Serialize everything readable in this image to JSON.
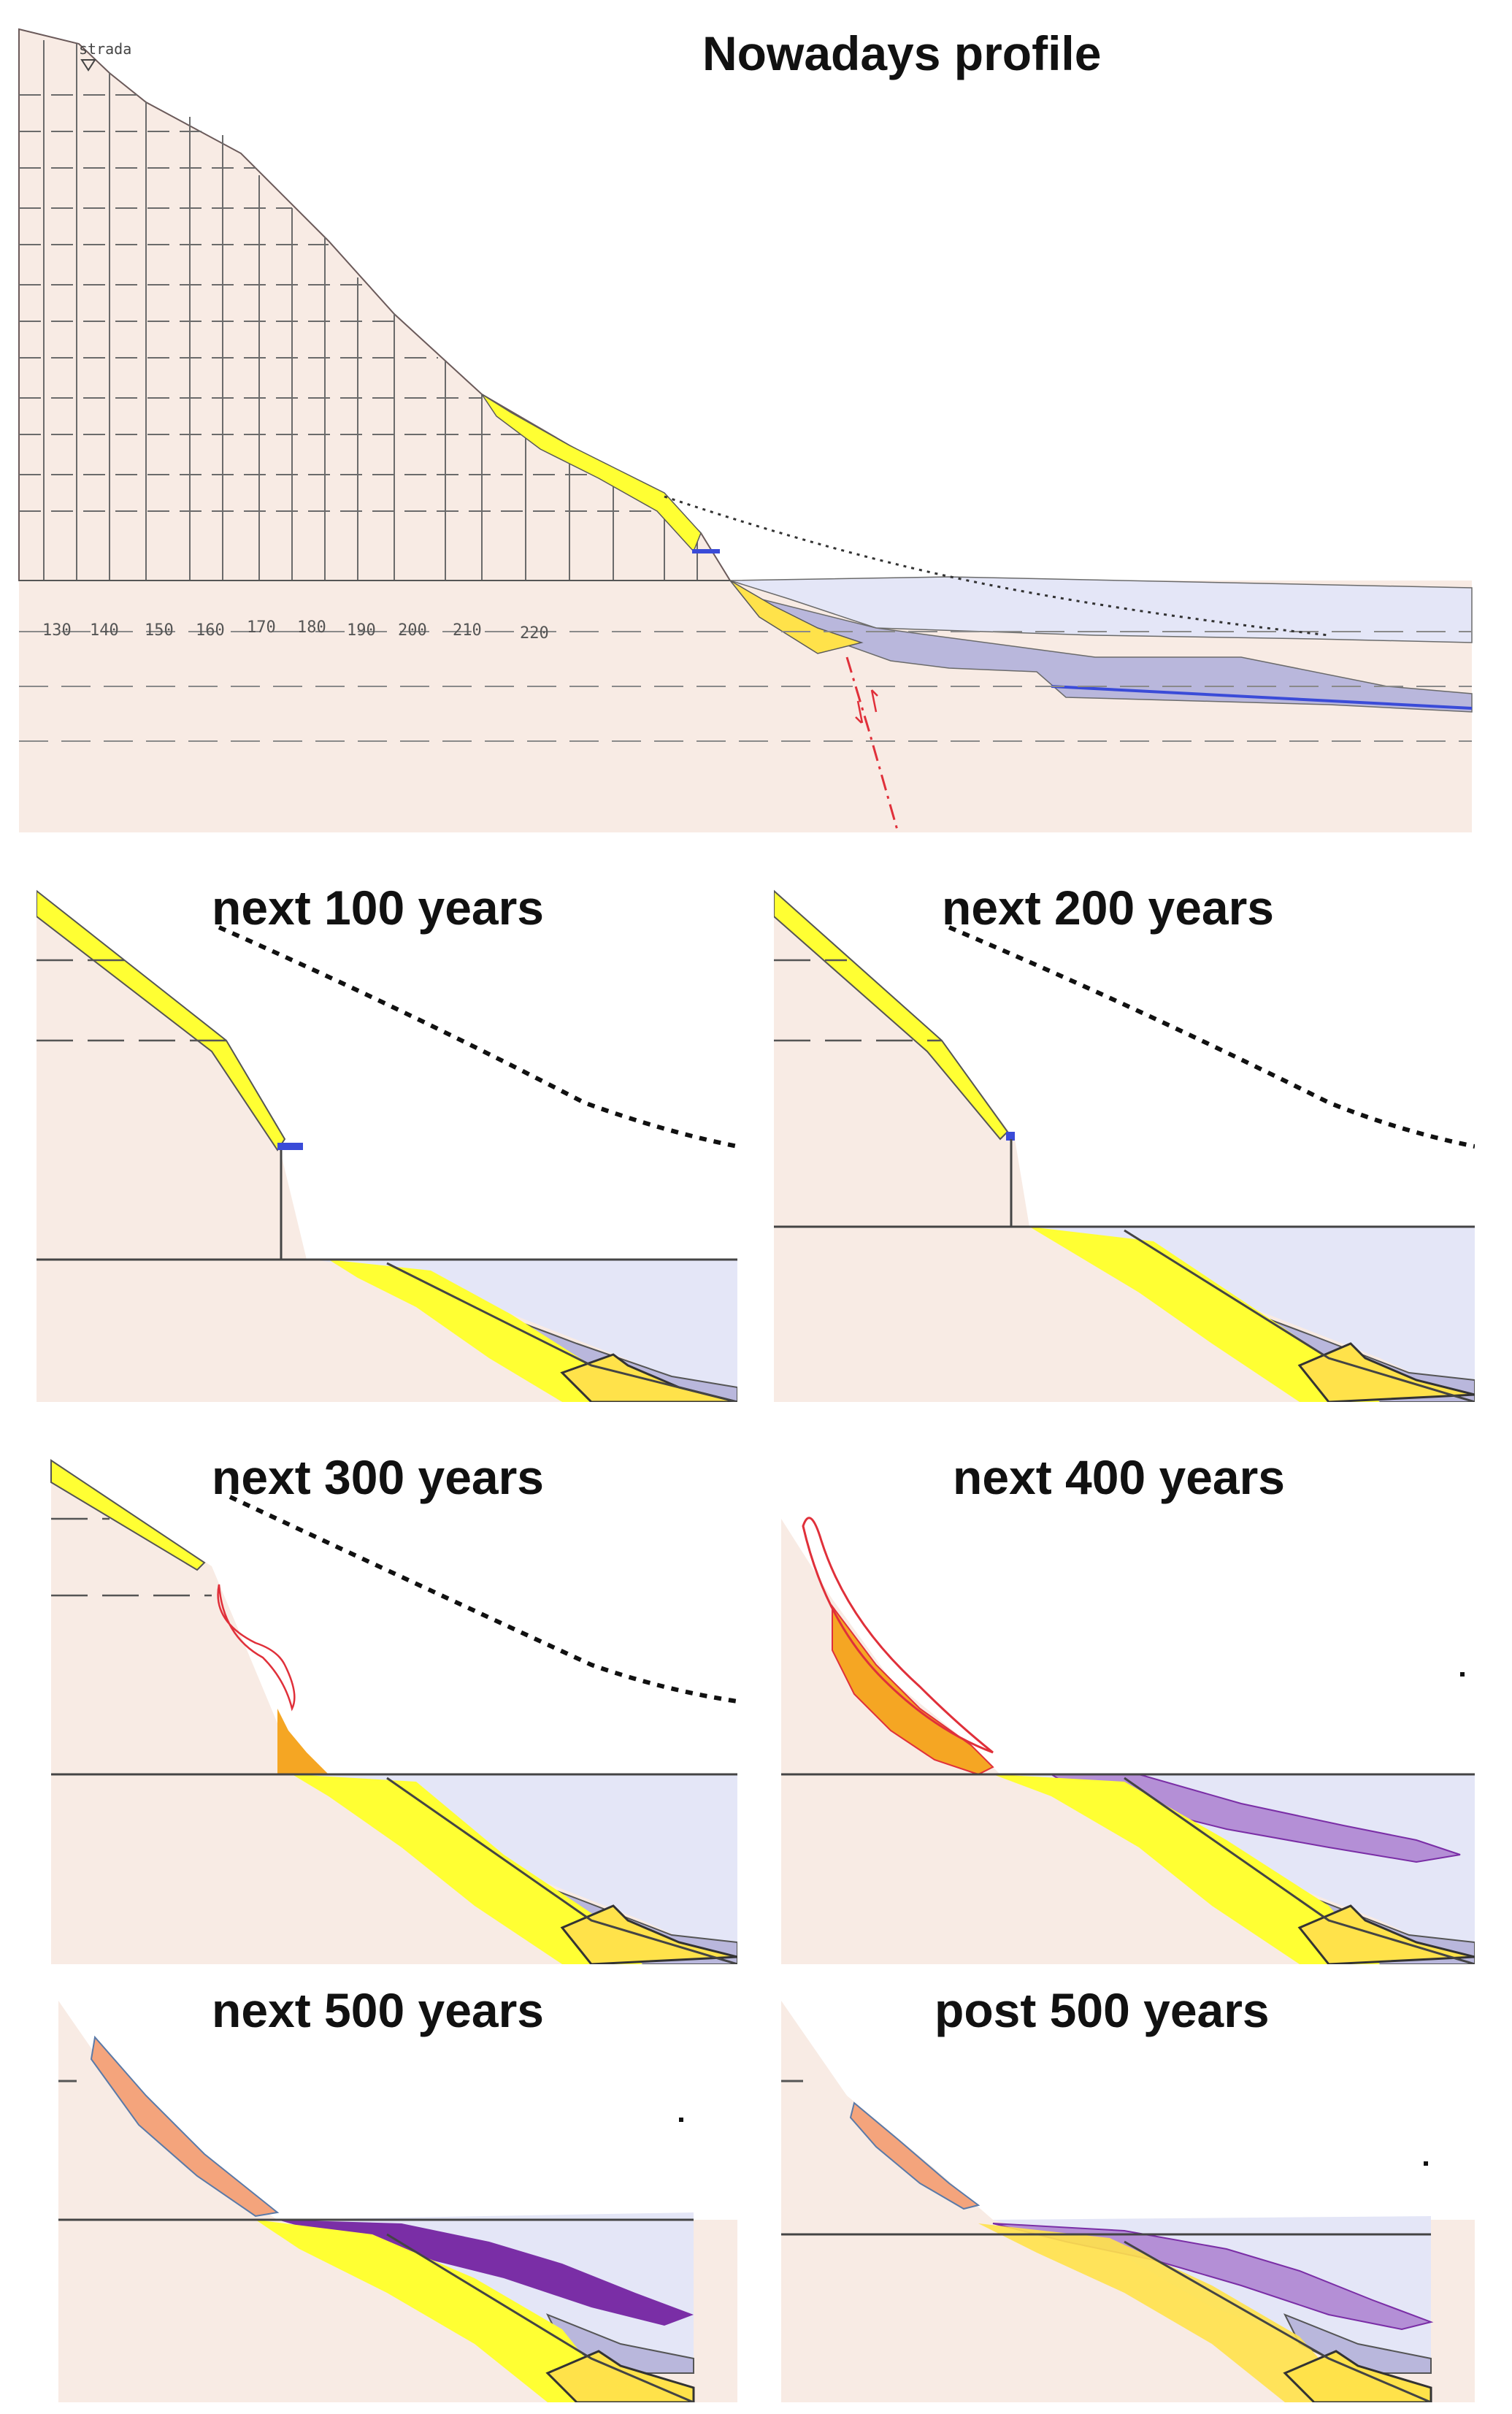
{
  "main_panel": {
    "title": "Nowadays profile",
    "road_label": "strada",
    "section_labels": [
      "130",
      "140",
      "150",
      "160",
      "170",
      "180",
      "190",
      "200",
      "210",
      "220"
    ]
  },
  "panels": [
    {
      "title": "next 100 years"
    },
    {
      "title": "next 200 years"
    },
    {
      "title": "next 300 years"
    },
    {
      "title": "next 400 years"
    },
    {
      "title": "next 500 years"
    },
    {
      "title": "post 500 years"
    }
  ],
  "colors": {
    "bedrock": "#f8ebe4",
    "lake_water": "#e4e6f7",
    "lake_sediment": "#b9b7dc",
    "debris_yellow": "#ffff33",
    "debris_gold": "#ffe24a",
    "landslide_orange": "#f5a623",
    "landslide_salmon": "#f4a47c",
    "sediment_purple": "#7a2ea6",
    "sediment_lilac": "#b48fd6",
    "fault_red": "#e0303a",
    "blue_marker": "#3a4bd8"
  }
}
